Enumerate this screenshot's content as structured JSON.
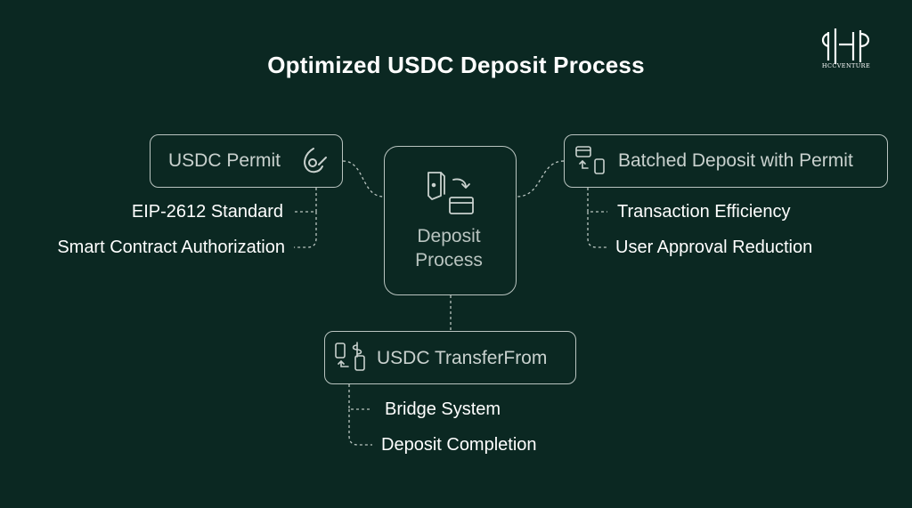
{
  "title": "Optimized USDC Deposit Process",
  "logo": {
    "text": "HCCVENTURE"
  },
  "center": {
    "line1": "Deposit",
    "line2": "Process"
  },
  "nodes": {
    "permit": {
      "label": "USDC Permit",
      "children": [
        "EIP-2612 Standard",
        "Smart Contract Authorization"
      ]
    },
    "batched": {
      "label": "Batched Deposit with Permit",
      "children": [
        "Transaction Efficiency",
        "User Approval Reduction"
      ]
    },
    "transfer": {
      "label": "USDC TransferFrom",
      "children": [
        "Bridge System",
        "Deposit Completion"
      ]
    }
  },
  "colors": {
    "background": "#0b2822",
    "border": "#b9c4c0",
    "text": "#ffffff"
  }
}
